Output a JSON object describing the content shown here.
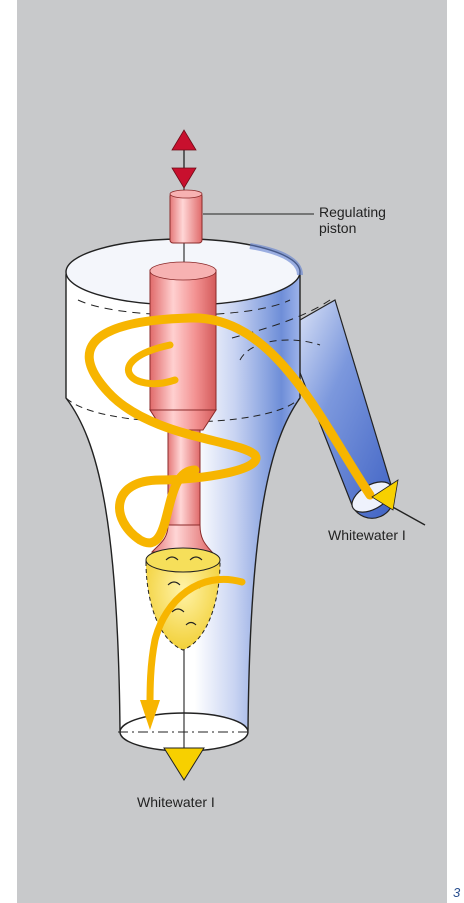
{
  "labels": {
    "regulating_piston_line1": "Regulating",
    "regulating_piston_line2": "piston",
    "inlet": "Whitewater I",
    "outlet": "Whitewater I"
  },
  "page_number": "3",
  "colors": {
    "background_panel": "#c8c9cb",
    "vessel_body": "#ffffff",
    "vessel_shade": "#6f8fd6",
    "piston": "#f08a8a",
    "flow_arrow": "#f7b500",
    "control_arrow": "#c8102e",
    "cone_deposit": "#f6df5a"
  }
}
